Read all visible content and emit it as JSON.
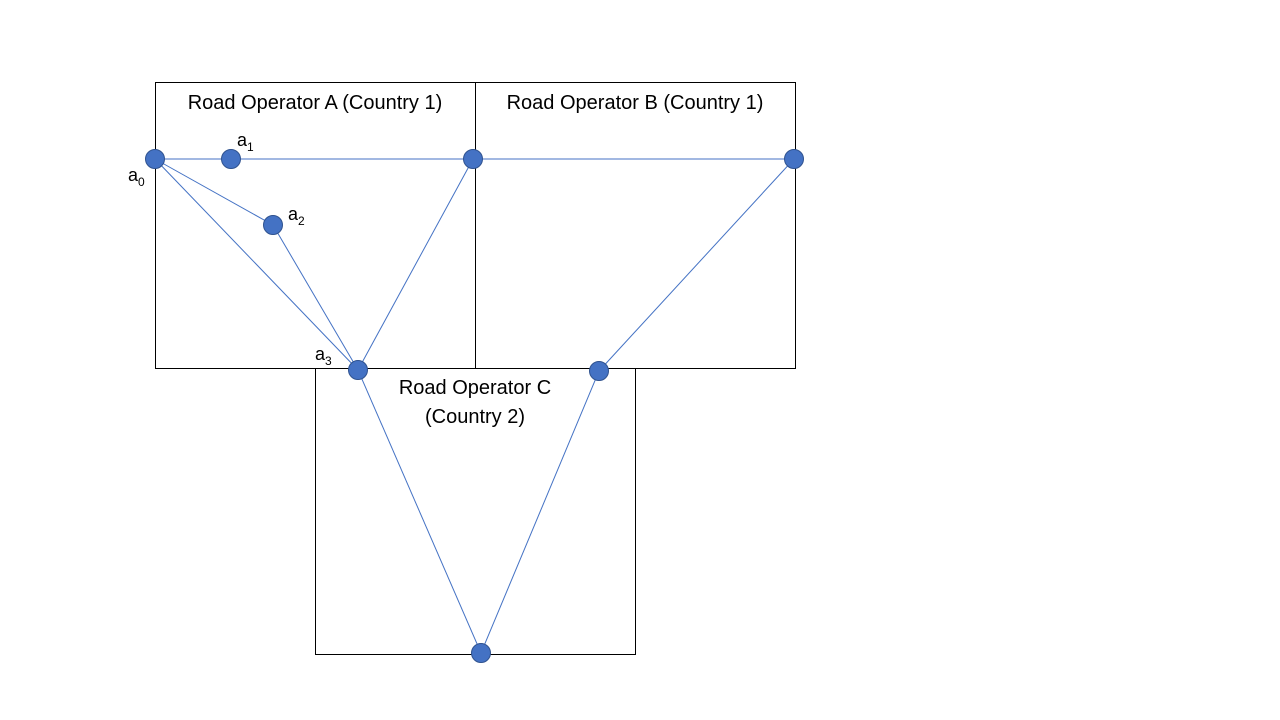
{
  "colors": {
    "node_fill": "#4472c4",
    "node_stroke": "#2f528f",
    "link": "#4472c4",
    "box_border": "#000000"
  },
  "regions": [
    {
      "id": "A",
      "label": "Road Operator A (Country 1)",
      "label_line2": ""
    },
    {
      "id": "B",
      "label": "Road Operator B (Country 1)",
      "label_line2": ""
    },
    {
      "id": "C",
      "label": "Road Operator C",
      "label_line2": "(Country 2)"
    }
  ],
  "nodes": [
    {
      "id": "a0",
      "label_base": "a",
      "label_sub": "0"
    },
    {
      "id": "a1",
      "label_base": "a",
      "label_sub": "1"
    },
    {
      "id": "a2",
      "label_base": "a",
      "label_sub": "2"
    },
    {
      "id": "a3",
      "label_base": "a",
      "label_sub": "3"
    },
    {
      "id": "ab",
      "label_base": "",
      "label_sub": ""
    },
    {
      "id": "b_right",
      "label_base": "",
      "label_sub": ""
    },
    {
      "id": "c_right",
      "label_base": "",
      "label_sub": ""
    },
    {
      "id": "c_bottom",
      "label_base": "",
      "label_sub": ""
    }
  ],
  "links": [
    [
      "a0",
      "a1"
    ],
    [
      "a1",
      "ab"
    ],
    [
      "ab",
      "b_right"
    ],
    [
      "a0",
      "a2"
    ],
    [
      "a2",
      "a3"
    ],
    [
      "a0",
      "a3"
    ],
    [
      "a3",
      "ab"
    ],
    [
      "b_right",
      "c_right"
    ],
    [
      "c_right",
      "c_bottom"
    ],
    [
      "a3",
      "c_bottom"
    ]
  ]
}
